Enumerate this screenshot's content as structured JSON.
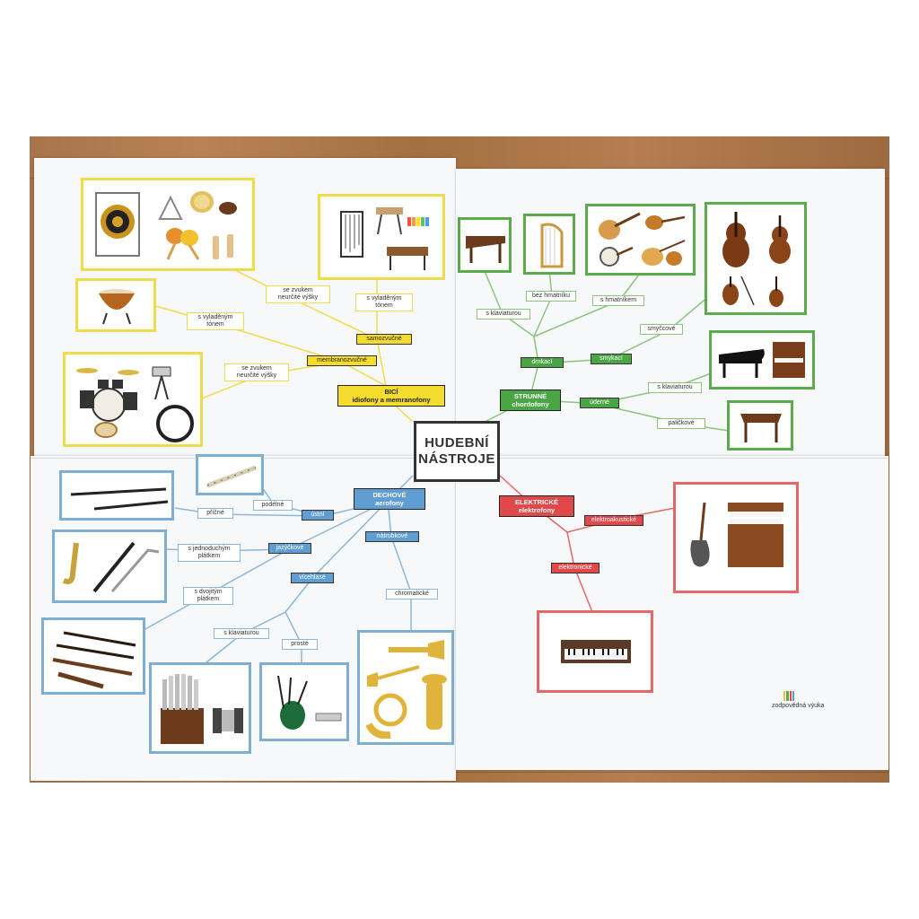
{
  "poster": {
    "title_line1": "HUDEBNÍ",
    "title_line2": "NÁSTROJE",
    "brand": "zodpovědná výuka",
    "colors": {
      "bici": "#f3dc2d",
      "strunne": "#4aa544",
      "dechove": "#5f9dd2",
      "elektricke": "#e0484a"
    }
  },
  "bici": {
    "title_line1": "BICÍ",
    "title_line2": "idiofony a memranofony",
    "samozvucne": "samozvučné",
    "membranozvucne": "membranozvučné",
    "labels": {
      "samo_neurcite_1": "se zvukem",
      "samo_neurcite_2": "neurčité výšky",
      "samo_vyladene_1": "s vyladěným",
      "samo_vyladene_2": "tónem",
      "mem_vyladene_1": "s vyladěným",
      "mem_vyladene_2": "tónem",
      "mem_neurcite_1": "se zvukem",
      "mem_neurcite_2": "neurčité výšky"
    },
    "icons": [
      "gong-icon",
      "triangle-icon",
      "tambourine-icon",
      "castanets-icon",
      "maracas-icon",
      "claves-icon",
      "bells-icon",
      "vibraphone-icon",
      "xylophone-icon",
      "timpani-icon",
      "drum-kit-icon",
      "bass-drum-icon"
    ]
  },
  "strunne": {
    "title_line1": "STRUNNÉ",
    "title_line2": "chordofony",
    "drnkaci": "drnkací",
    "smykaci": "smykací",
    "uderne": "úderné",
    "labels": {
      "s_klaviaturou_1": "s klaviaturou",
      "bez_hmatniku": "bez hmatníku",
      "s_hmatnikem": "s hmatníkem",
      "smycove": "smyčcové",
      "s_klaviaturou_2": "s klaviaturou",
      "palickove": "paličkové"
    },
    "icons": [
      "harpsichord-icon",
      "harp-icon",
      "guitar-icon",
      "mandolin-icon",
      "banjo-icon",
      "double-bass-icon",
      "cello-icon",
      "violin-icon",
      "grand-piano-icon",
      "upright-piano-icon",
      "cimbalom-icon"
    ]
  },
  "dechove": {
    "title_line1": "DECHOVÉ",
    "title_line2": "aerofony",
    "ustni": "ústní",
    "jazyckove": "jazýčkové",
    "vicehlase": "vícehlasé",
    "natrubkove": "nátrubkové",
    "labels": {
      "podelne": "podélné",
      "pricne": "příčné",
      "jednoduchym_1": "s jednoduchým",
      "jednoduchym_2": "plátkem",
      "dvojitym_1": "s dvojitým",
      "dvojitym_2": "plátkem",
      "s_klaviaturou": "s klaviaturou",
      "proste": "prosté",
      "chromaticke": "chromatické"
    },
    "icons": [
      "flute-icon",
      "recorder-icon",
      "saxophone-icon",
      "clarinet-icon",
      "oboe-icon",
      "organ-icon",
      "accordion-icon",
      "bagpipes-icon",
      "harmonica-icon",
      "trumpet-icon",
      "trombone-icon",
      "horn-icon",
      "tuba-icon"
    ]
  },
  "elektricke": {
    "title_line1": "ELEKTRICKÉ",
    "title_line2": "elektrofony",
    "elektroakusticke": "elektroakustické",
    "elektronicke": "elektronické",
    "icons": [
      "electric-guitar-icon",
      "electric-organ-icon",
      "synthesizer-icon"
    ]
  }
}
